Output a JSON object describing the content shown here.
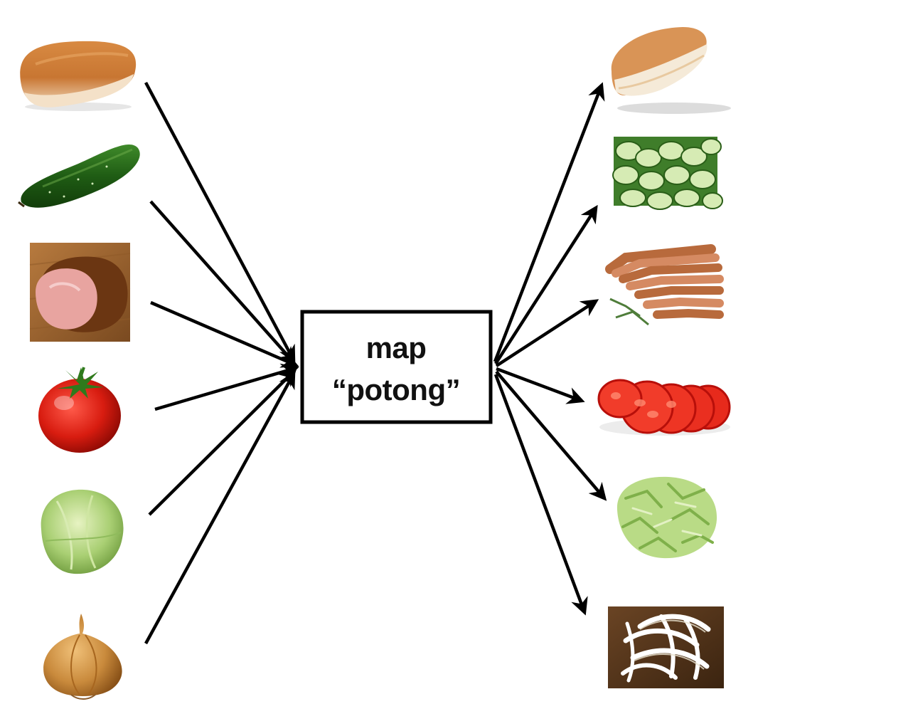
{
  "process_box": {
    "line1": "map",
    "line2": "“potong”"
  },
  "inputs": [
    {
      "name": "hot-dog-bun",
      "icon": "bread-bun-icon"
    },
    {
      "name": "cucumber",
      "icon": "cucumber-icon"
    },
    {
      "name": "ham",
      "icon": "ham-icon"
    },
    {
      "name": "tomato",
      "icon": "tomato-icon"
    },
    {
      "name": "lettuce",
      "icon": "lettuce-icon"
    },
    {
      "name": "onion",
      "icon": "onion-icon"
    }
  ],
  "outputs": [
    {
      "name": "sliced-bun",
      "icon": "sliced-bun-icon"
    },
    {
      "name": "cucumber-slices",
      "icon": "cucumber-slices-icon"
    },
    {
      "name": "ham-slices",
      "icon": "ham-slices-icon"
    },
    {
      "name": "tomato-slices",
      "icon": "tomato-slices-icon"
    },
    {
      "name": "shredded-lettuce",
      "icon": "shredded-lettuce-icon"
    },
    {
      "name": "onion-slices",
      "icon": "onion-slices-icon"
    }
  ],
  "colors": {
    "arrow": "#000000",
    "box_border": "#000000"
  }
}
